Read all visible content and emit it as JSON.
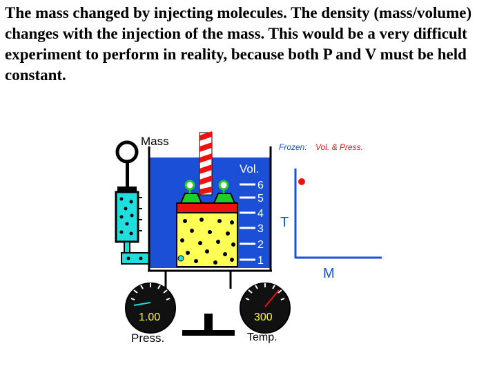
{
  "caption": {
    "text": "The mass changed by injecting molecules. The density (mass/volume) changes with the injection of the mass. This would be a very difficult experiment to perform in reality, because both P and V must be held constant."
  },
  "apparatus": {
    "mass_label": "Mass",
    "volume_label": "Vol.",
    "volume_ticks": [
      "6",
      "5",
      "4",
      "3",
      "2",
      "1"
    ],
    "pressure_gauge": {
      "value": "1.00",
      "label": "Press."
    },
    "temperature_gauge": {
      "value": "300",
      "label": "Temp."
    }
  },
  "frozen": {
    "prefix": "Frozen:",
    "variables": "Vol.  &  Press."
  },
  "graph": {
    "y_label": "T",
    "x_label": "M"
  },
  "colors": {
    "container_blue": "#1a4fd6",
    "gas_yellow": "#ffff55",
    "piston_red": "#ee1111",
    "weight_green": "#22cc22",
    "syringe_cyan": "#22dddd",
    "gauge_dark": "#111111",
    "gauge_text": "#ffff00",
    "graph_red": "#ee1111",
    "axis_blue": "#1a4fd6"
  }
}
